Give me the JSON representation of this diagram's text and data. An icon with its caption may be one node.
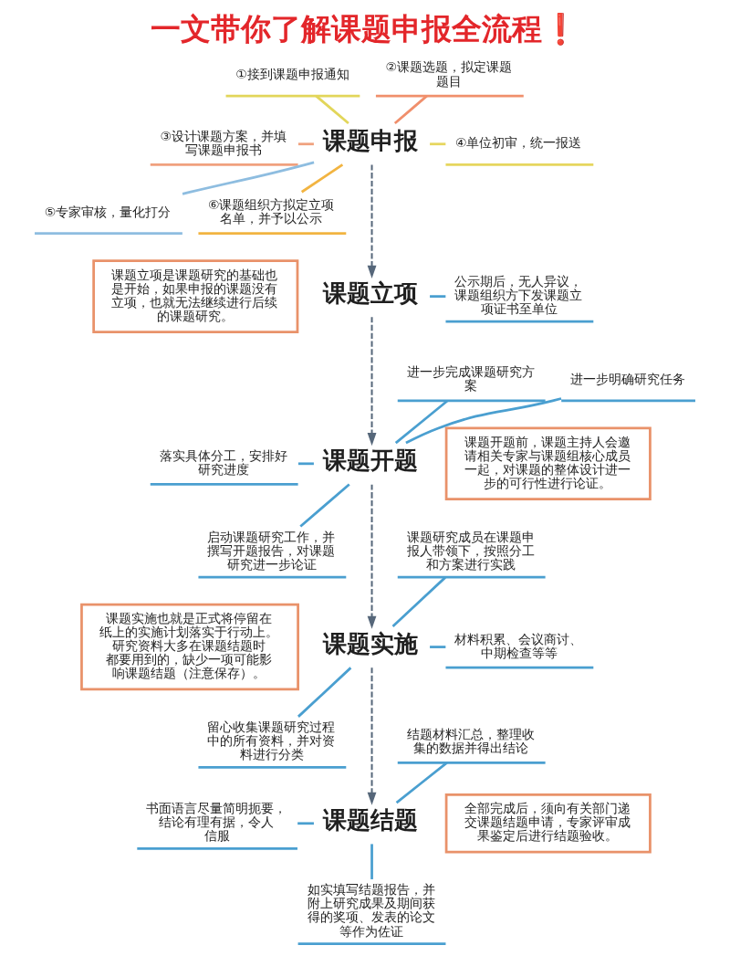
{
  "diagram": {
    "title": "一文带你了解课题申报全流程❗",
    "nodes": [
      {
        "text": [
          "①接到课题申报通知"
        ]
      },
      {
        "text": [
          "②课题选题，拟定课题题目"
        ]
      },
      {
        "text": [
          "③设计课题方案，并填写课题申报书"
        ]
      },
      {
        "text": [
          "课题申报"
        ]
      },
      {
        "text": [
          "④单位初审，统一报送"
        ]
      },
      {
        "text": [
          "⑤专家审核，量化打分"
        ]
      },
      {
        "text": [
          "⑥课题组织方拟定立项名单，并予以公示"
        ]
      },
      {
        "text": [
          "课题立项是课题研究的基础也是开始，如果申报的课题没有立项，也就无法继续进行后续的课题研究。"
        ]
      },
      {
        "text": [
          "公示期后，无人异议，课题组织方下发课题立项证书至单位"
        ]
      },
      {
        "text": [
          "课题立项"
        ]
      },
      {
        "text": [
          "进一步完成课题研究方案"
        ]
      },
      {
        "text": [
          "进一步明确研究任务"
        ]
      },
      {
        "text": [
          "落实具体分工，安排好研究进度"
        ]
      },
      {
        "text": [
          "课题开题"
        ]
      },
      {
        "text": [
          "课题开题前，课题主持人会邀请相关专家与课题组核心成员一起，对课题的整体设计进一步的可行性进行论证。"
        ]
      },
      {
        "text": [
          "启动课题研究工作，并撰写开题报告，对课题研究进一步论证"
        ]
      },
      {
        "text": [
          "课题研究成员在课题申报人带领下，按照分工和方案进行实践"
        ]
      },
      {
        "text": [
          "课题实施也就是正式将停留在纸上的实施计划落实于行动上。研究资料大多在课题结题时都要用到的，缺少一项可能影响课题结题（注意保存）。"
        ]
      },
      {
        "text": [
          "材料积累、会议商讨、中期检查等等"
        ]
      },
      {
        "text": [
          "课题实施"
        ]
      },
      {
        "text": [
          "留心收集课题研究过程中的所有资料，并对资料进行分类"
        ]
      },
      {
        "text": [
          "结题材料汇总，整理收集的数据并得出结论"
        ]
      },
      {
        "text": [
          "书面语言尽量简明扼要，结论有理有据，令人信服"
        ]
      },
      {
        "text": [
          "课题结题"
        ]
      },
      {
        "text": [
          "全部完成后，须向有关部门递交课题结题申请，专家评审成果鉴定后进行结题验收。"
        ]
      },
      {
        "text": [
          "如实填写结题报告，并附上研究成果及期间获得的奖项、发表的论文等作为佐证"
        ]
      }
    ],
    "edges": [
      {
        "from": 0,
        "to": 3,
        "arrow": "none",
        "color": "#e2d65a"
      },
      {
        "from": 1,
        "to": 3,
        "arrow": "none",
        "color": "#f08f6c"
      },
      {
        "from": 2,
        "to": 3,
        "arrow": "none",
        "color": "#f0a17e"
      },
      {
        "from": 3,
        "to": 4,
        "arrow": "none",
        "color": "#e6d65e"
      },
      {
        "from": 3,
        "to": 5,
        "arrow": "none",
        "color": "#8ebde0"
      },
      {
        "from": 3,
        "to": 6,
        "arrow": "none",
        "color": "#f2b441"
      },
      {
        "from": 3,
        "to": 9,
        "arrow": "to",
        "style": "dashed",
        "color": "#56677a"
      },
      {
        "from": 9,
        "to": 8,
        "arrow": "none"
      },
      {
        "from": 9,
        "to": 13,
        "arrow": "to",
        "style": "dashed",
        "color": "#56677a"
      },
      {
        "from": 10,
        "to": 13,
        "arrow": "none"
      },
      {
        "from": 11,
        "to": 13,
        "arrow": "none"
      },
      {
        "from": 12,
        "to": 13,
        "arrow": "none"
      },
      {
        "from": 13,
        "to": 15,
        "arrow": "none"
      },
      {
        "from": 13,
        "to": 19,
        "arrow": "to",
        "style": "dashed",
        "color": "#56677a"
      },
      {
        "from": 16,
        "to": 19,
        "arrow": "none"
      },
      {
        "from": 19,
        "to": 18,
        "arrow": "none"
      },
      {
        "from": 19,
        "to": 20,
        "arrow": "none"
      },
      {
        "from": 19,
        "to": 23,
        "arrow": "to",
        "style": "dashed",
        "color": "#56677a"
      },
      {
        "from": 21,
        "to": 23,
        "arrow": "none"
      },
      {
        "from": 22,
        "to": 23,
        "arrow": "none"
      },
      {
        "from": 23,
        "to": 25,
        "arrow": "none"
      }
    ]
  }
}
